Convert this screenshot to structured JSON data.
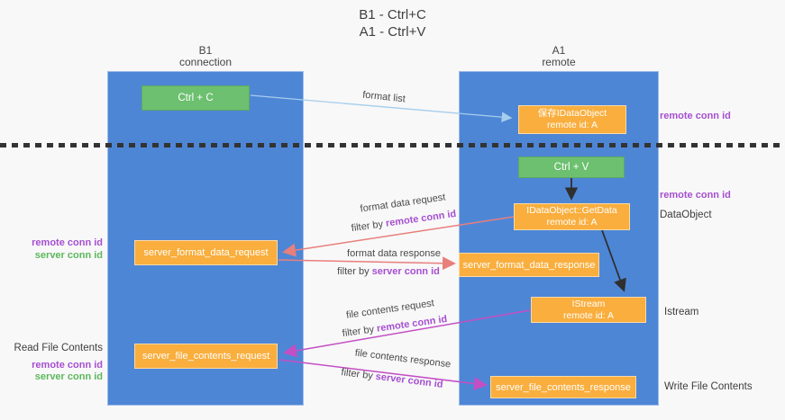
{
  "title": {
    "line1": "B1 - Ctrl+C",
    "line2": "A1 - Ctrl+V"
  },
  "columns": {
    "left": {
      "name": "B1",
      "role": "connection"
    },
    "right": {
      "name": "A1",
      "role": "remote"
    }
  },
  "nodes": {
    "ctrl_c": {
      "label": "Ctrl + C"
    },
    "ctrl_v": {
      "label": "Ctrl + V"
    },
    "save_idataobject": {
      "line1": "保存IDataObject",
      "line2": "remote id: A"
    },
    "idataobject_getdata": {
      "line1": "IDataObject::GetData",
      "line2": "remote id: A"
    },
    "istream": {
      "line1": "IStream",
      "line2": "remote id: A"
    },
    "server_format_data_request": {
      "label": "server_format_data_request"
    },
    "server_format_data_response": {
      "label": "server_format_data_response"
    },
    "server_file_contents_request": {
      "label": "server_file_contents_request"
    },
    "server_file_contents_response": {
      "label": "server_file_contents_response"
    }
  },
  "arrow_labels": {
    "format_list": "format list",
    "format_data_request": "format data request",
    "format_data_response": "format data response",
    "file_contents_request": "file contents request",
    "file_contents_response": "file contents response",
    "filter_by": "filter by",
    "remote_conn_id": "remote conn id",
    "server_conn_id": "server conn id"
  },
  "side_labels": {
    "remote_conn_id": "remote conn id",
    "server_conn_id": "server conn id",
    "dataobject": "DataObject",
    "istream": "Istream",
    "read_file_contents": "Read File Contents",
    "write_file_contents": "Write File Contents"
  },
  "colors": {
    "background": "#f8f8f8",
    "column_blue": "#4e86d6",
    "box_orange": "#f9ae3d",
    "box_green": "#6cc06f",
    "arrow_light_blue": "#a5cdec",
    "arrow_salmon": "#e87f7c",
    "arrow_magenta": "#c44fc4",
    "arrow_black": "#2f2f2f",
    "label_purple": "#a64fd0",
    "label_green": "#5cb85c",
    "text_dark": "#3f3f3f"
  }
}
